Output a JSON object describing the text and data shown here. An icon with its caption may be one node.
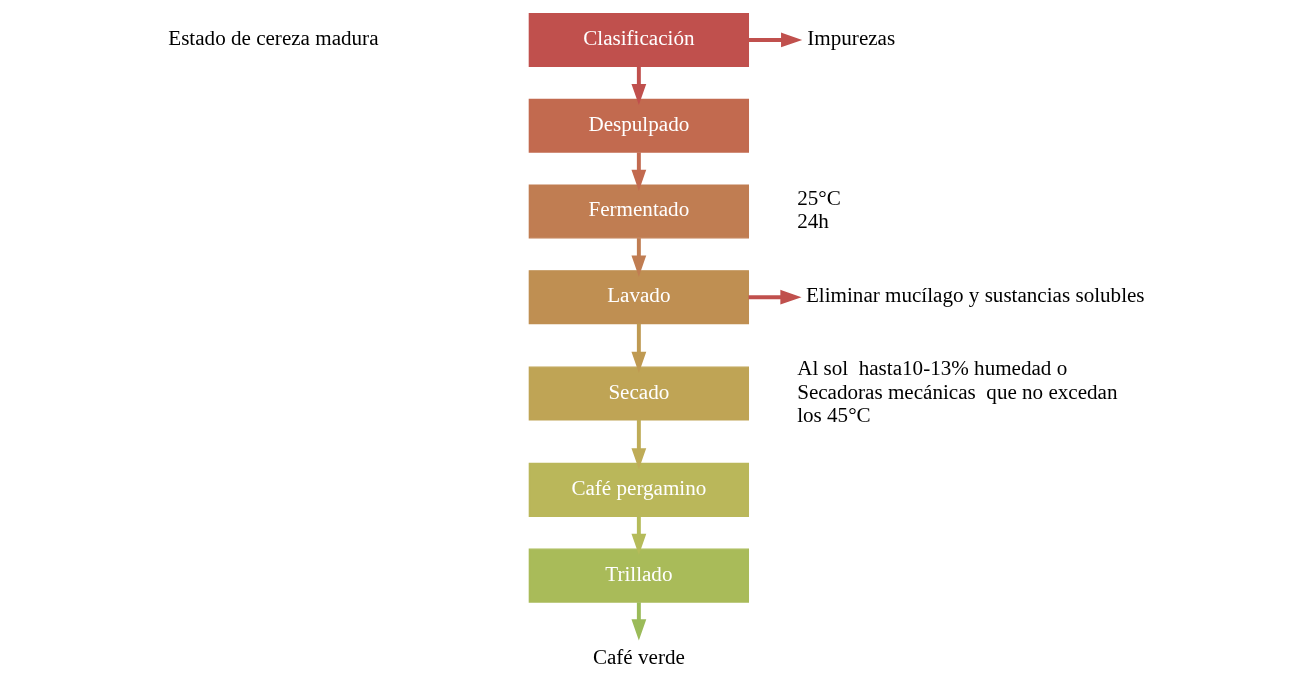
{
  "diagram": {
    "nodes": [
      {
        "text": [
          "Clasificación"
        ]
      },
      {
        "text": [
          "Despulpado"
        ]
      },
      {
        "text": [
          "Fermentado"
        ],
        "beside": [
          "25°C",
          "24h"
        ]
      },
      {
        "text": [
          "Lavado"
        ]
      },
      {
        "text": [
          "Secado"
        ],
        "beside": [
          "Al sol  hasta10-13% humedad o Secadoras mecánicas  que no excedan los 45°C"
        ]
      },
      {
        "text": [
          "Café pergamino"
        ]
      },
      {
        "text": [
          "Trillado"
        ]
      },
      {
        "text": [
          "Café verde"
        ]
      },
      {
        "text": [
          "Impurezas"
        ]
      },
      {
        "text": [
          "Eliminar mucílago y sustancias solubles"
        ]
      }
    ],
    "edges": [
      {
        "from": 0,
        "to": 1,
        "arrow": "to",
        "color": "#c0504d"
      },
      {
        "from": 1,
        "to": 2,
        "arrow": "to",
        "color": "#c26a4f"
      },
      {
        "from": 2,
        "to": 3,
        "arrow": "to",
        "color": "#c07d52"
      },
      {
        "from": 3,
        "to": 4,
        "arrow": "to",
        "color": "#bf9a52"
      },
      {
        "from": 4,
        "to": 5,
        "arrow": "to",
        "color": "#bfac57"
      },
      {
        "from": 5,
        "to": 6,
        "arrow": "to",
        "color": "#b5bb5a"
      },
      {
        "from": 6,
        "to": 7,
        "arrow": "to",
        "color": "#9bbb59"
      },
      {
        "from": 0,
        "to": 8,
        "arrow": "to",
        "color": "#c0504d"
      },
      {
        "from": 3,
        "to": 9,
        "arrow": "to",
        "color": "#c0504d"
      }
    ],
    "labels": [
      "Estado de cereza madura"
    ]
  }
}
